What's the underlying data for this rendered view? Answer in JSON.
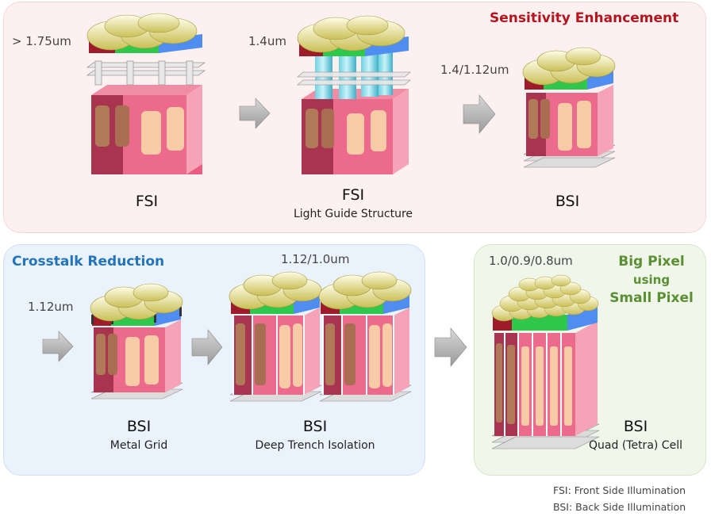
{
  "panels": {
    "top": {
      "title": "Sensitivity Enhancement"
    },
    "crosstalk": {
      "title": "Crosstalk Reduction"
    },
    "bigpixel": {
      "title_line1": "Big Pixel",
      "title_line2": "using",
      "title_line3": "Small Pixel"
    }
  },
  "stages": [
    {
      "size": "> 1.75um",
      "type": "FSI",
      "subtitle": ""
    },
    {
      "size": "1.4um",
      "type": "FSI",
      "subtitle": "Light Guide Structure"
    },
    {
      "size": "1.4/1.12um",
      "type": "BSI",
      "subtitle": ""
    },
    {
      "size": "1.12um",
      "type": "BSI",
      "subtitle": "Metal Grid"
    },
    {
      "size": "1.12/1.0um",
      "type": "BSI",
      "subtitle": "Deep Trench Isolation"
    },
    {
      "size": "1.0/0.9/0.8um",
      "type": "BSI",
      "subtitle": "Quad (Tetra) Cell"
    }
  ],
  "legend": {
    "fsi": "FSI: Front Side Illumination",
    "bsi": "BSI: Back Side Illumination"
  },
  "colors": {
    "accent_red": "#b3141e",
    "accent_blue": "#2374b8",
    "accent_green": "#5a8f33"
  }
}
